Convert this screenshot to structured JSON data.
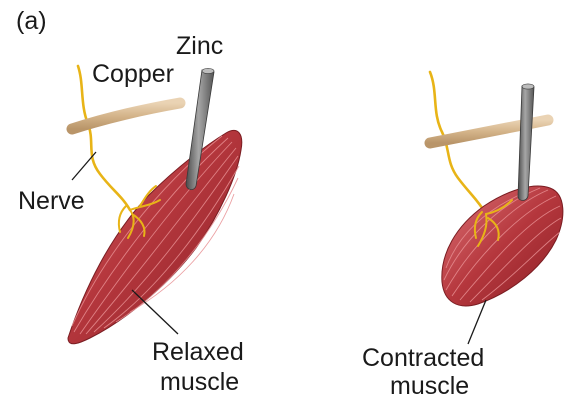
{
  "panel_label": "(a)",
  "labels": {
    "zinc": "Zinc",
    "copper": "Copper",
    "nerve": "Nerve",
    "relaxed_line1": "Relaxed",
    "relaxed_line2": "muscle",
    "contracted_line1": "Contracted",
    "contracted_line2": "muscle"
  },
  "colors": {
    "muscle": "#b5373d",
    "muscle_dark": "#8e2228",
    "muscle_light": "#d8686c",
    "nerve": "#e8b417",
    "copper_wire": "#d9bd96",
    "zinc_electrode": "#7a7a7a"
  }
}
